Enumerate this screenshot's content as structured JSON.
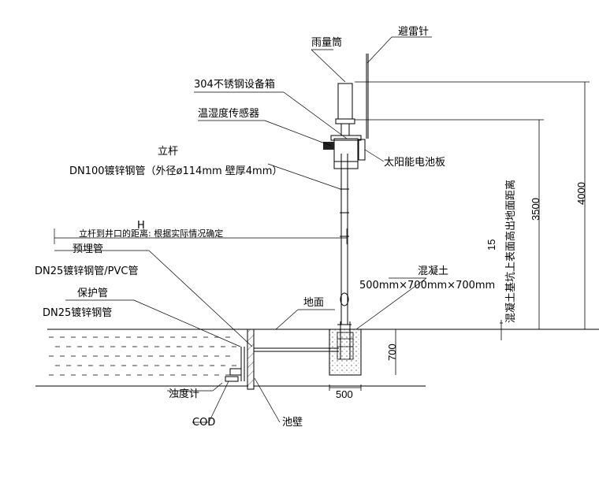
{
  "labels": {
    "lightning_rod": "避雷针",
    "rain_gauge": "雨量筒",
    "equipment_box": "304不锈钢设备箱",
    "temp_humidity_sensor": "温湿度传感器",
    "solar_panel": "太阳能电池板",
    "pole_title": "立杆",
    "pole_spec": "DN100镀锌钢管（外径ø114mm 壁厚4mm）",
    "h_symbol": "H",
    "pole_distance_note": "立杆到井口的距离: 根据实际情况确定",
    "embedded_pipe_title": "预埋管",
    "embedded_pipe_spec": "DN25镀锌钢管/PVC管",
    "protective_pipe_title": "保护管",
    "protective_pipe_spec": "DN25镀锌钢管",
    "ground": "地面",
    "concrete_title": "混凝土",
    "concrete_spec": "500mm×700mm×700mm",
    "turbidity_meter": "浊度计",
    "cod": "COD",
    "pool_wall": "池壁",
    "concrete_height_note": "混凝土基坑上表面高出地面距离"
  },
  "dimensions": {
    "height_4000": "4000",
    "height_3500": "3500",
    "offset_15": "15",
    "depth_700": "700",
    "width_500": "500"
  }
}
